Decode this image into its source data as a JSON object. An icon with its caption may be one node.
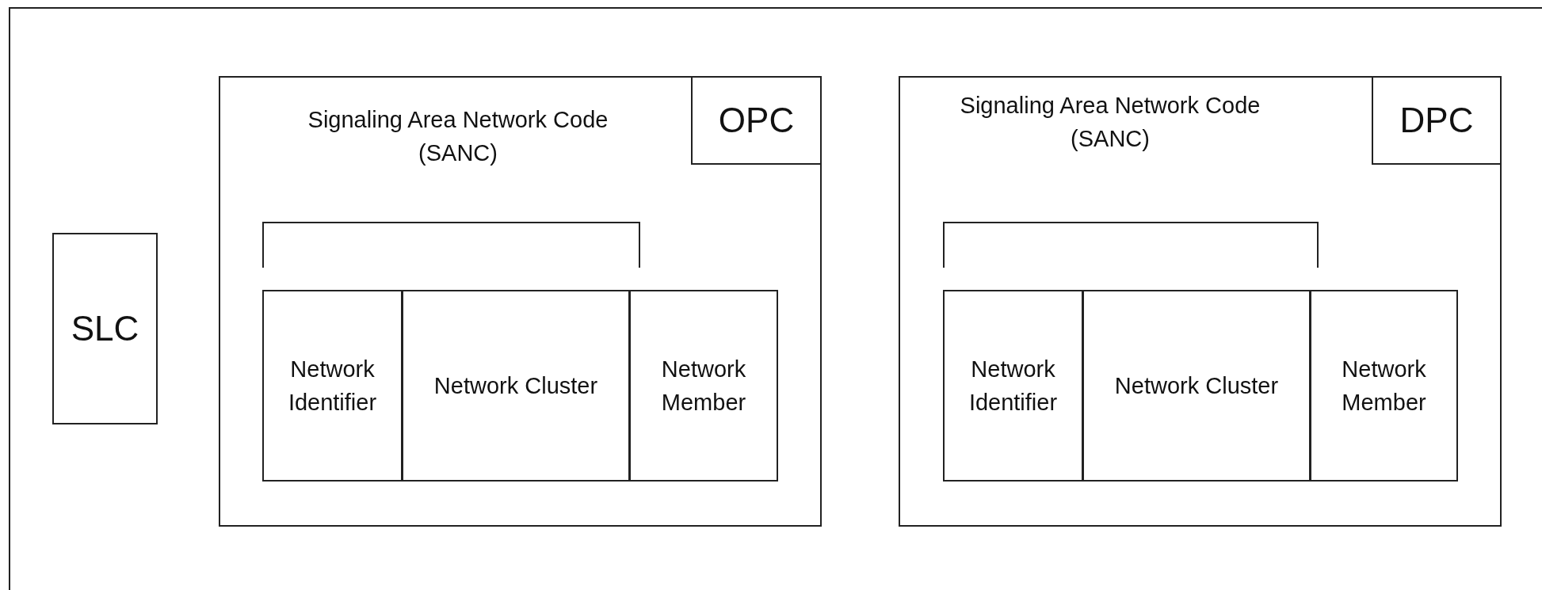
{
  "diagram": {
    "nodes": [
      {
        "text": [
          "SLC"
        ]
      },
      {
        "text": [
          "Signaling Area Network Code (SANC)"
        ]
      },
      {
        "text": [
          "OPC"
        ],
        "in": 1
      },
      {
        "text": [
          "Network Identifier"
        ],
        "in": 1
      },
      {
        "text": [
          "Network Cluster"
        ],
        "in": 1
      },
      {
        "text": [
          "Network Member"
        ],
        "in": 1
      },
      {
        "text": [
          "Signaling Area Network Code (SANC)"
        ]
      },
      {
        "text": [
          "DPC"
        ],
        "in": 6
      },
      {
        "text": [
          "Network Identifier"
        ],
        "in": 6
      },
      {
        "text": [
          "Network Cluster"
        ],
        "in": 6
      },
      {
        "text": [
          "Network Member"
        ],
        "in": 6
      }
    ],
    "edges": []
  }
}
